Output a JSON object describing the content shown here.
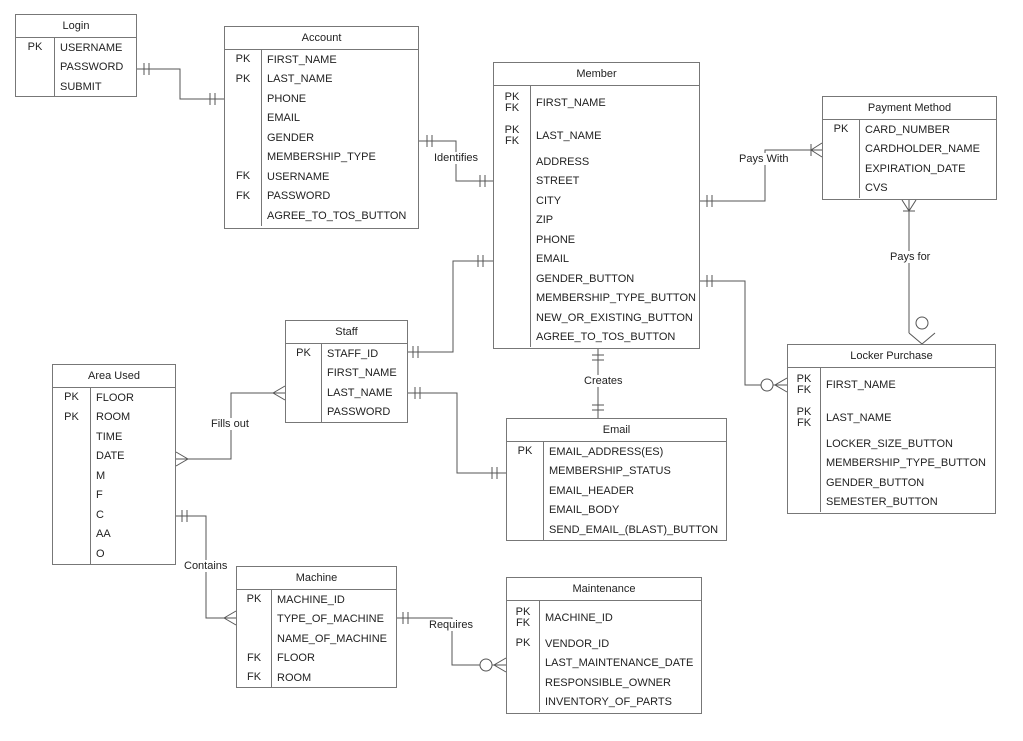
{
  "entities": {
    "login": {
      "title": "Login",
      "rows": [
        {
          "key": "PK",
          "attr": "USERNAME"
        },
        {
          "key": "",
          "attr": "PASSWORD"
        },
        {
          "key": "",
          "attr": "SUBMIT"
        }
      ]
    },
    "account": {
      "title": "Account",
      "rows": [
        {
          "key": "PK",
          "attr": "FIRST_NAME"
        },
        {
          "key": "PK",
          "attr": "LAST_NAME"
        },
        {
          "key": "",
          "attr": "PHONE"
        },
        {
          "key": "",
          "attr": "EMAIL"
        },
        {
          "key": "",
          "attr": "GENDER"
        },
        {
          "key": "",
          "attr": "MEMBERSHIP_TYPE"
        },
        {
          "key": "FK",
          "attr": "USERNAME"
        },
        {
          "key": "FK",
          "attr": "PASSWORD"
        },
        {
          "key": "",
          "attr": "AGREE_TO_TOS_BUTTON"
        }
      ]
    },
    "member": {
      "title": "Member",
      "rows": [
        {
          "key": "PK\nFK",
          "attr": "FIRST_NAME"
        },
        {
          "key": "PK\nFK",
          "attr": "LAST_NAME"
        },
        {
          "key": "",
          "attr": "ADDRESS"
        },
        {
          "key": "",
          "attr": "STREET"
        },
        {
          "key": "",
          "attr": "CITY"
        },
        {
          "key": "",
          "attr": "ZIP"
        },
        {
          "key": "",
          "attr": "PHONE"
        },
        {
          "key": "",
          "attr": "EMAIL"
        },
        {
          "key": "",
          "attr": "GENDER_BUTTON"
        },
        {
          "key": "",
          "attr": "MEMBERSHIP_TYPE_BUTTON"
        },
        {
          "key": "",
          "attr": "NEW_OR_EXISTING_BUTTON"
        },
        {
          "key": "",
          "attr": "AGREE_TO_TOS_BUTTON"
        }
      ]
    },
    "payment_method": {
      "title": "Payment Method",
      "rows": [
        {
          "key": "PK",
          "attr": "CARD_NUMBER"
        },
        {
          "key": "",
          "attr": "CARDHOLDER_NAME"
        },
        {
          "key": "",
          "attr": "EXPIRATION_DATE"
        },
        {
          "key": "",
          "attr": "CVS"
        }
      ]
    },
    "staff": {
      "title": "Staff",
      "rows": [
        {
          "key": "PK",
          "attr": "STAFF_ID"
        },
        {
          "key": "",
          "attr": "FIRST_NAME"
        },
        {
          "key": "",
          "attr": "LAST_NAME"
        },
        {
          "key": "",
          "attr": "PASSWORD"
        }
      ]
    },
    "area_used": {
      "title": "Area Used",
      "rows": [
        {
          "key": "PK",
          "attr": "FLOOR"
        },
        {
          "key": "PK",
          "attr": "ROOM"
        },
        {
          "key": "",
          "attr": "TIME"
        },
        {
          "key": "",
          "attr": "DATE"
        },
        {
          "key": "",
          "attr": "M"
        },
        {
          "key": "",
          "attr": "F"
        },
        {
          "key": "",
          "attr": "C"
        },
        {
          "key": "",
          "attr": "AA"
        },
        {
          "key": "",
          "attr": "O"
        }
      ]
    },
    "email": {
      "title": "Email",
      "rows": [
        {
          "key": "PK",
          "attr": "EMAIL_ADDRESS(ES)"
        },
        {
          "key": "",
          "attr": "MEMBERSHIP_STATUS"
        },
        {
          "key": "",
          "attr": "EMAIL_HEADER"
        },
        {
          "key": "",
          "attr": "EMAIL_BODY"
        },
        {
          "key": "",
          "attr": "SEND_EMAIL_(BLAST)_BUTTON"
        }
      ]
    },
    "locker_purchase": {
      "title": "Locker Purchase",
      "rows": [
        {
          "key": "PK\nFK",
          "attr": "FIRST_NAME"
        },
        {
          "key": "PK\nFK",
          "attr": "LAST_NAME"
        },
        {
          "key": "",
          "attr": "LOCKER_SIZE_BUTTON"
        },
        {
          "key": "",
          "attr": "MEMBERSHIP_TYPE_BUTTON"
        },
        {
          "key": "",
          "attr": "GENDER_BUTTON"
        },
        {
          "key": "",
          "attr": "SEMESTER_BUTTON"
        }
      ]
    },
    "machine": {
      "title": "Machine",
      "rows": [
        {
          "key": "PK",
          "attr": "MACHINE_ID"
        },
        {
          "key": "",
          "attr": "TYPE_OF_MACHINE"
        },
        {
          "key": "",
          "attr": "NAME_OF_MACHINE"
        },
        {
          "key": "FK",
          "attr": "FLOOR"
        },
        {
          "key": "FK",
          "attr": "ROOM"
        }
      ]
    },
    "maintenance": {
      "title": "Maintenance",
      "rows": [
        {
          "key": "PK\nFK",
          "attr": "MACHINE_ID"
        },
        {
          "key": "PK",
          "attr": "VENDOR_ID"
        },
        {
          "key": "",
          "attr": "LAST_MAINTENANCE_DATE"
        },
        {
          "key": "",
          "attr": "RESPONSIBLE_OWNER"
        },
        {
          "key": "",
          "attr": "INVENTORY_OF_PARTS"
        }
      ]
    }
  },
  "relationships": {
    "identifies": "Identifies",
    "pays_with": "Pays With",
    "pays_for": "Pays for",
    "creates": "Creates",
    "fills_out": "Fills out",
    "contains": "Contains",
    "requires": "Requires"
  },
  "colors": {
    "line": "#555555",
    "border": "#777777"
  }
}
